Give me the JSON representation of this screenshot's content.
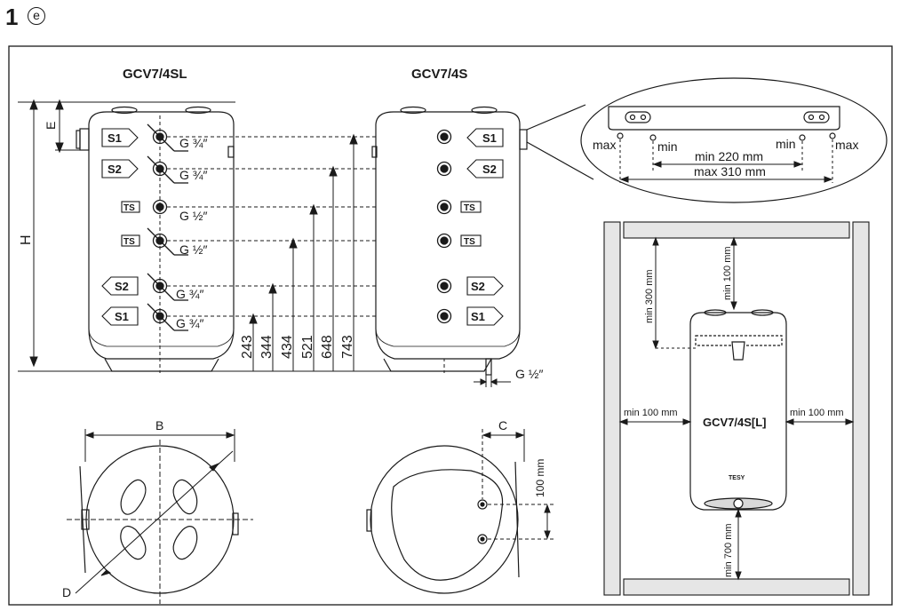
{
  "header": {
    "figure_number": "1",
    "circle_letter": "e"
  },
  "left_model": {
    "title": "GCV7/4SL",
    "ports": [
      {
        "tag": "S1",
        "thread": "G ¾″",
        "direction": "in"
      },
      {
        "tag": "S2",
        "thread": "G ¾″",
        "direction": "in"
      },
      {
        "tag": "TS",
        "thread": "G ½″",
        "direction": "sensor"
      },
      {
        "tag": "TS",
        "thread": "G ½″",
        "direction": "sensor"
      },
      {
        "tag": "S2",
        "thread": "G ¾″",
        "direction": "out"
      },
      {
        "tag": "S1",
        "thread": "G ¾″",
        "direction": "out"
      }
    ],
    "label_e": "E",
    "label_h": "H"
  },
  "heights": [
    "243",
    "344",
    "434",
    "521",
    "648",
    "743"
  ],
  "right_model": {
    "title": "GCV7/4S",
    "ports": [
      "S1",
      "S2",
      "TS",
      "TS",
      "S2",
      "S1"
    ],
    "drain_thread": "G ½″"
  },
  "detail": {
    "max_left": "max",
    "min_left": "min",
    "min_right": "min",
    "max_right": "max",
    "min_span": "min 220 mm",
    "max_span": "max 310 mm"
  },
  "installation": {
    "min_top_300": "min 300 mm",
    "min_top_100": "min 100 mm",
    "min_left": "min 100 mm",
    "min_right": "min 100 mm",
    "min_bottom": "min 700 mm",
    "model": "GCV7/4S[L]",
    "brand": "TESY"
  },
  "top_view": {
    "label_b": "B",
    "label_d": "D"
  },
  "bottom_view": {
    "label_c": "C",
    "spacing": "100 mm"
  }
}
